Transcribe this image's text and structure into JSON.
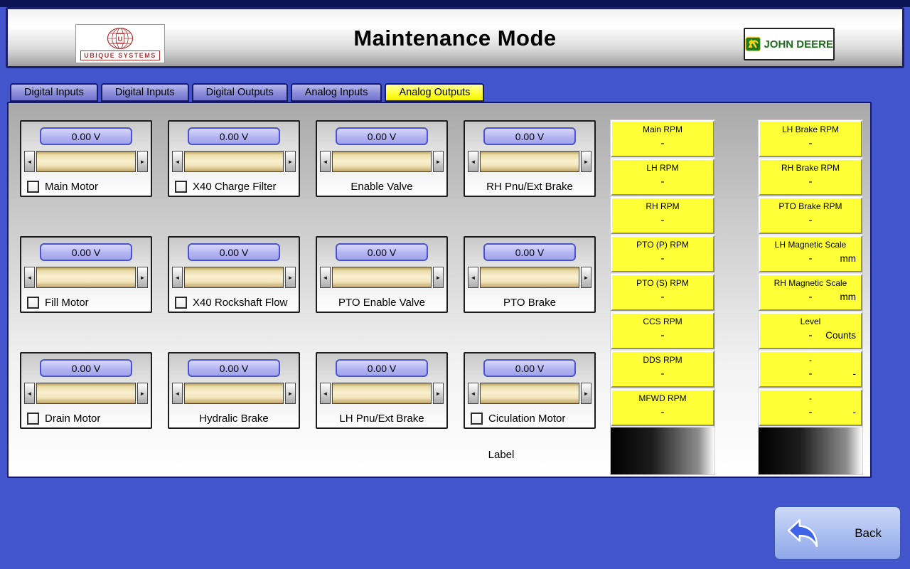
{
  "header": {
    "title": "Maintenance Mode",
    "ubique_logo_text": "UBIQUE SYSTEMS",
    "deere_logo_text": "JOHN DEERE"
  },
  "tabs": [
    {
      "label": "Digital Inputs"
    },
    {
      "label": "Digital Inputs"
    },
    {
      "label": "Digital Outputs"
    },
    {
      "label": "Analog Inputs"
    },
    {
      "label": "Analog Outputs",
      "active": true
    }
  ],
  "controls": [
    {
      "value": "0.00 V",
      "label": "Main Motor",
      "has_checkbox": true
    },
    {
      "value": "0.00 V",
      "label": "X40 Charge Filter",
      "has_checkbox": true
    },
    {
      "value": "0.00 V",
      "label": "Enable Valve",
      "has_checkbox": false
    },
    {
      "value": "0.00 V",
      "label": "RH Pnu/Ext Brake",
      "has_checkbox": false
    },
    {
      "value": "0.00 V",
      "label": "Fill Motor",
      "has_checkbox": true
    },
    {
      "value": "0.00 V",
      "label": "X40 Rockshaft Flow",
      "has_checkbox": true
    },
    {
      "value": "0.00 V",
      "label": "PTO Enable Valve",
      "has_checkbox": false
    },
    {
      "value": "0.00 V",
      "label": "PTO Brake",
      "has_checkbox": false
    },
    {
      "value": "0.00 V",
      "label": "Drain Motor",
      "has_checkbox": true
    },
    {
      "value": "0.00 V",
      "label": "Hydralic Brake",
      "has_checkbox": false
    },
    {
      "value": "0.00 V",
      "label": "LH Pnu/Ext Brake",
      "has_checkbox": false
    },
    {
      "value": "0.00 V",
      "label": "Ciculation Motor",
      "has_checkbox": true
    }
  ],
  "readouts_left": [
    {
      "title": "Main RPM",
      "value": "-",
      "unit": ""
    },
    {
      "title": "LH RPM",
      "value": "-",
      "unit": ""
    },
    {
      "title": "RH RPM",
      "value": "-",
      "unit": ""
    },
    {
      "title": "PTO (P) RPM",
      "value": "-",
      "unit": ""
    },
    {
      "title": "PTO (S) RPM",
      "value": "-",
      "unit": ""
    },
    {
      "title": "CCS RPM",
      "value": "-",
      "unit": ""
    },
    {
      "title": "DDS RPM",
      "value": "-",
      "unit": ""
    },
    {
      "title": "MFWD RPM",
      "value": "-",
      "unit": ""
    }
  ],
  "readouts_right": [
    {
      "title": "LH Brake RPM",
      "value": "-",
      "unit": ""
    },
    {
      "title": "RH Brake RPM",
      "value": "-",
      "unit": ""
    },
    {
      "title": "PTO Brake RPM",
      "value": "-",
      "unit": ""
    },
    {
      "title": "LH Magnetic Scale",
      "value": "-",
      "unit": "mm"
    },
    {
      "title": "RH Magnetic Scale",
      "value": "-",
      "unit": "mm"
    },
    {
      "title": "Level",
      "value": "-",
      "unit": "Counts"
    },
    {
      "title": "-",
      "value": "-",
      "unit": "-"
    },
    {
      "title": "-",
      "value": "-",
      "unit": "-"
    }
  ],
  "misc": {
    "stray_label": "Label"
  },
  "icons": {
    "slider_left": "◄",
    "slider_right": "►"
  },
  "back_button": {
    "label": "Back"
  },
  "colors": {
    "background": "#4355CD",
    "tab_inactive": "#8A8CDA",
    "tab_active": "#FFFF2E",
    "readout_yellow": "#FFFF38",
    "slider_track": "#F2E5BA",
    "value_display": "#B0B2F1",
    "back_button": "#A9BDF0"
  }
}
